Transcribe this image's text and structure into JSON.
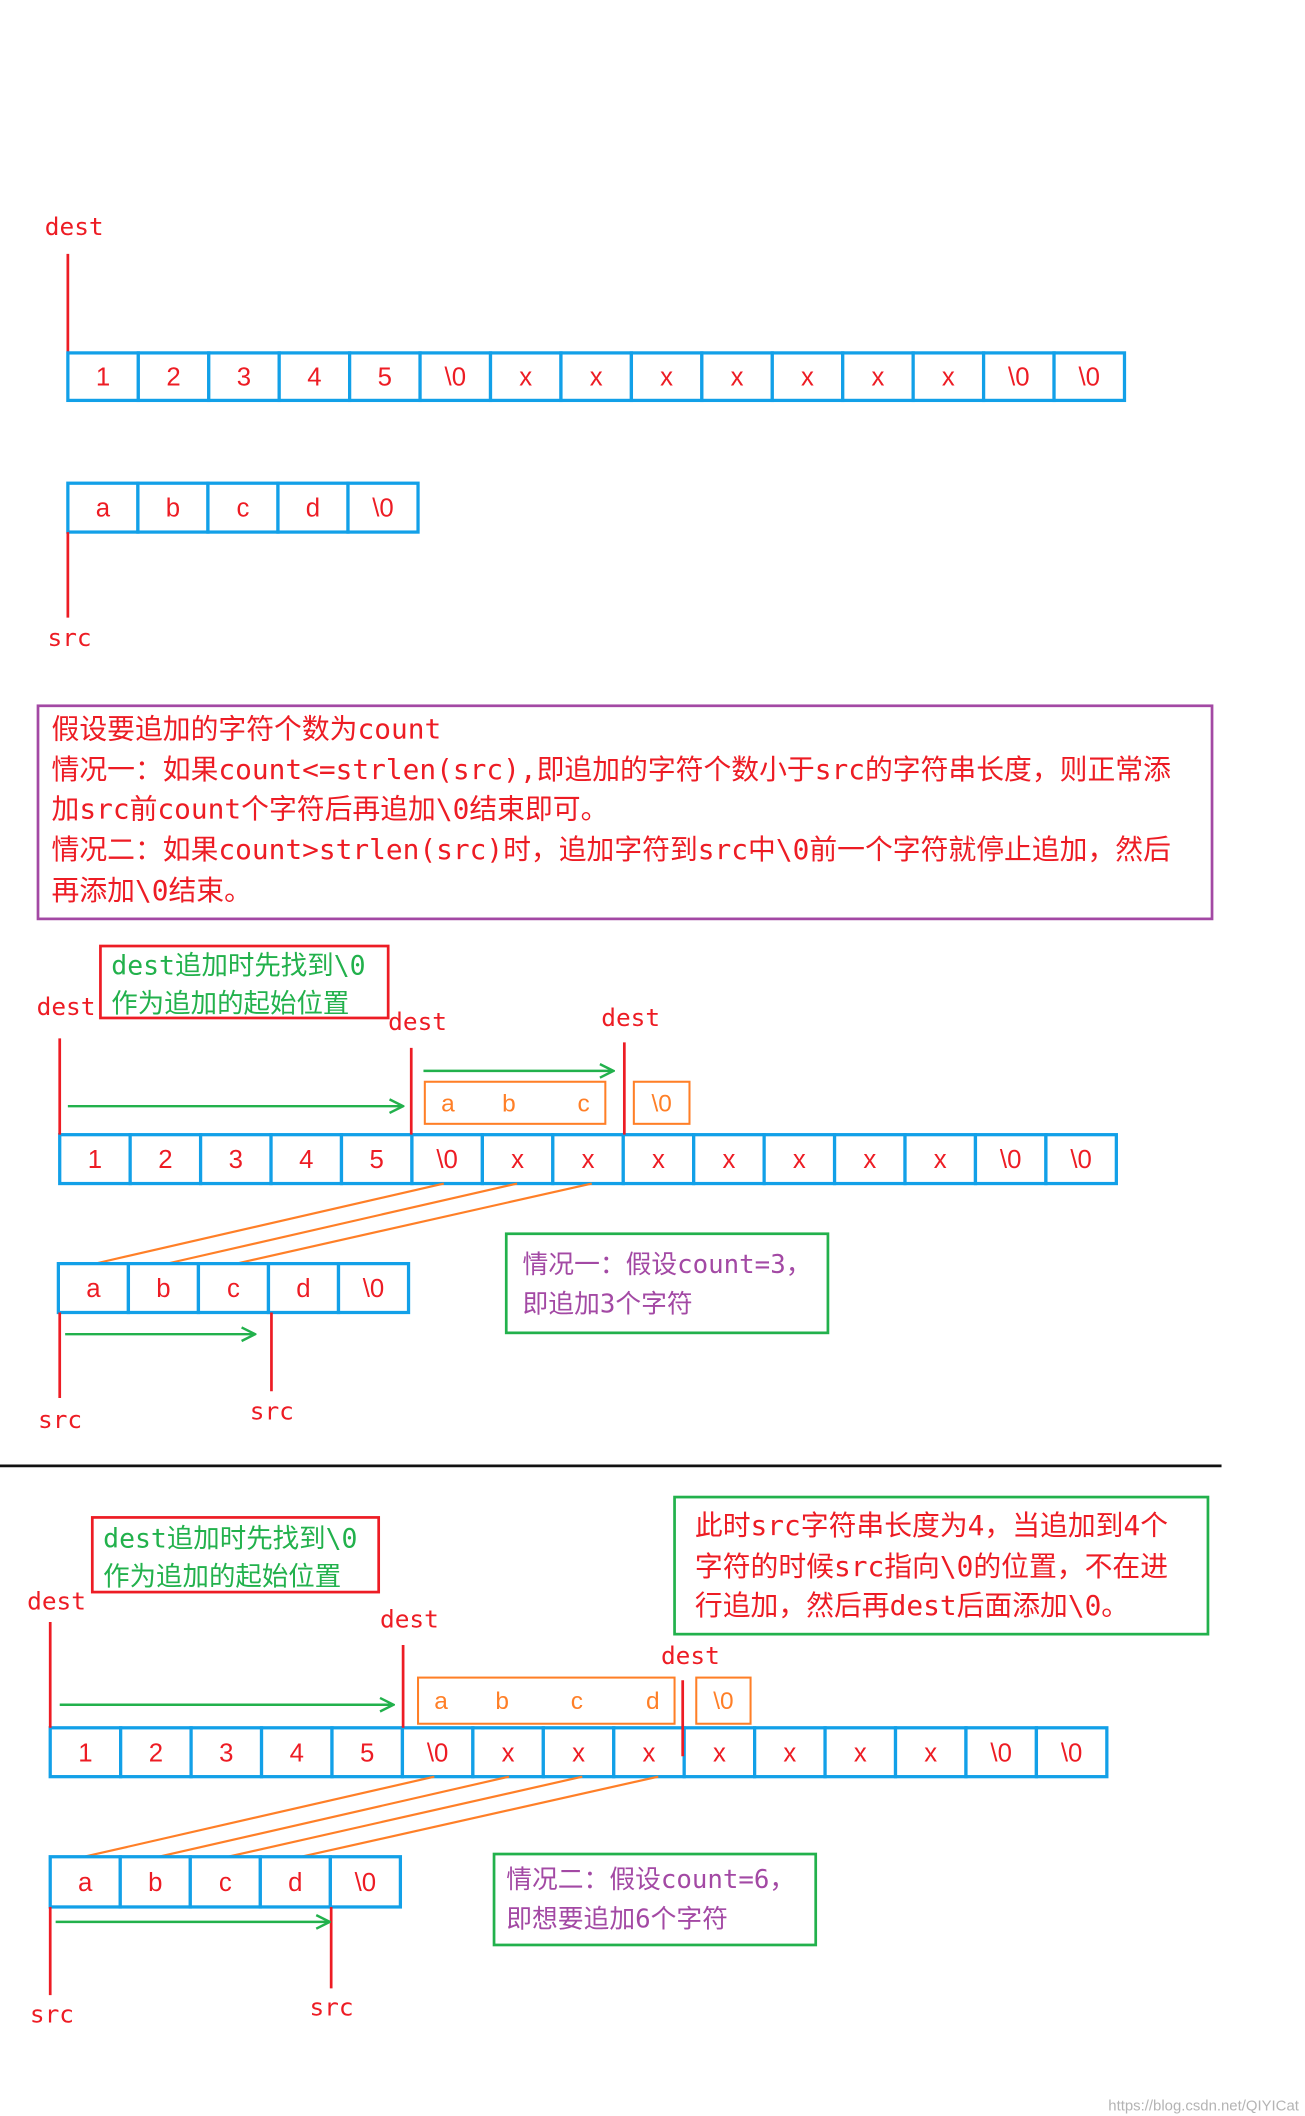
{
  "colors": {
    "cell_border": "#12a0e8",
    "red": "#ed1c24",
    "green": "#22b14c",
    "orange": "#ff7f27",
    "purple": "#a349a4",
    "separator": "#111111",
    "watermark": "#b4b4b4"
  },
  "initial": {
    "dest_label": "dest",
    "dest_cells": [
      "1",
      "2",
      "3",
      "4",
      "5",
      "\\0",
      "x",
      "x",
      "x",
      "x",
      "x",
      "x",
      "x",
      "\\0",
      "\\0"
    ],
    "src_cells": [
      "a",
      "b",
      "c",
      "d",
      "\\0"
    ],
    "src_label": "src"
  },
  "explanation": {
    "lines": [
      "假设要追加的字符个数为count",
      "情况一：如果count<=strlen(src),即追加的字符个数小于src的字符串长度，则正常添",
      "加src前count个字符后再追加\\0结束即可。",
      "情况二：如果count>strlen(src)时，追加字符到src中\\0前一个字符就停止追加，然后",
      "再添加\\0结束。"
    ]
  },
  "case_one": {
    "callout_lines": [
      "dest追加时先找到\\0",
      "作为追加的起始位置"
    ],
    "dest_labels": [
      "dest",
      "dest",
      "dest"
    ],
    "appended_chars": [
      "a",
      "b",
      "c"
    ],
    "terminator": "\\0",
    "dest_cells": [
      "1",
      "2",
      "3",
      "4",
      "5",
      "\\0",
      "x",
      "x",
      "x",
      "x",
      "x",
      "x",
      "x",
      "\\0",
      "\\0"
    ],
    "src_cells": [
      "a",
      "b",
      "c",
      "d",
      "\\0"
    ],
    "src_labels": [
      "src",
      "src"
    ],
    "note_lines": [
      "情况一：假设count=3，",
      "即追加3个字符"
    ]
  },
  "case_two": {
    "callout_lines": [
      "dest追加时先找到\\0",
      "作为追加的起始位置"
    ],
    "dest_labels": [
      "dest",
      "dest",
      "dest"
    ],
    "appended_chars": [
      "a",
      "b",
      "c",
      "d"
    ],
    "terminator": "\\0",
    "dest_cells": [
      "1",
      "2",
      "3",
      "4",
      "5",
      "\\0",
      "x",
      "x",
      "x",
      "x",
      "x",
      "x",
      "x",
      "\\0",
      "\\0"
    ],
    "src_cells": [
      "a",
      "b",
      "c",
      "d",
      "\\0"
    ],
    "src_labels": [
      "src",
      "src"
    ],
    "note_lines": [
      "情况二：假设count=6，",
      "即想要追加6个字符"
    ],
    "remark_lines": [
      "此时src字符串长度为4，当追加到4个",
      "字符的时候src指向\\0的位置，不在进",
      "行追加，然后再dest后面添加\\0。"
    ]
  },
  "watermark": "https://blog.csdn.net/QIYICat"
}
